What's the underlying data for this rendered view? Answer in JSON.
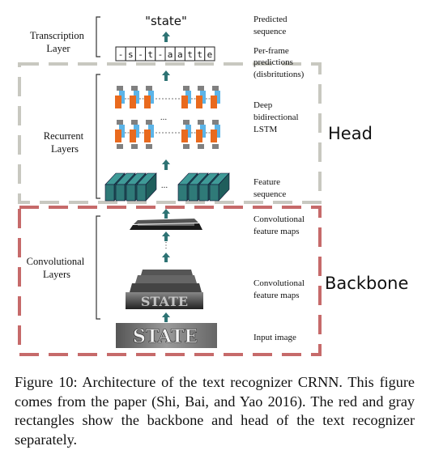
{
  "diagram": {
    "section_labels": {
      "transcription": [
        "Transcription",
        "Layer"
      ],
      "recurrent": [
        "Recurrent",
        "Layers"
      ],
      "convolutional": [
        "Convolutional",
        "Layers"
      ]
    },
    "output_text": "\"state\"",
    "frame_chars": [
      "-",
      "s",
      "-",
      "t",
      "-",
      "a",
      "a",
      "t",
      "t",
      "e"
    ],
    "right_labels": {
      "predicted": [
        "Predicted",
        "sequence"
      ],
      "per_frame": [
        "Per-frame",
        "predictions",
        "(disbritutions)"
      ],
      "lstm": [
        "Deep",
        "bidirectional",
        "LSTM"
      ],
      "feature_seq": [
        "Feature",
        "sequence"
      ],
      "conv_maps_top": [
        "Convolutional",
        "feature maps"
      ],
      "conv_maps_bottom": [
        "Convolutional",
        "feature maps"
      ],
      "input": "Input image"
    },
    "head_label": "Head",
    "backbone_label": "Backbone",
    "image_text": "STATE",
    "ellipsis": "...",
    "colors": {
      "head_box": "#c8c8c0",
      "backbone_box": "#c66a6a",
      "arrow": "#2e7374",
      "lstm_orange": "#e96a1e",
      "lstm_blue": "#5bb4e8",
      "lstm_gray": "#808080",
      "feature_teal": "#2f7a78"
    }
  },
  "caption": {
    "text": "Figure 10: Architecture of the text recognizer CRNN. This figure comes from the paper (Shi, Bai, and Yao 2016). The red and gray rectangles show the backbone and head of the text recognizer separately."
  }
}
